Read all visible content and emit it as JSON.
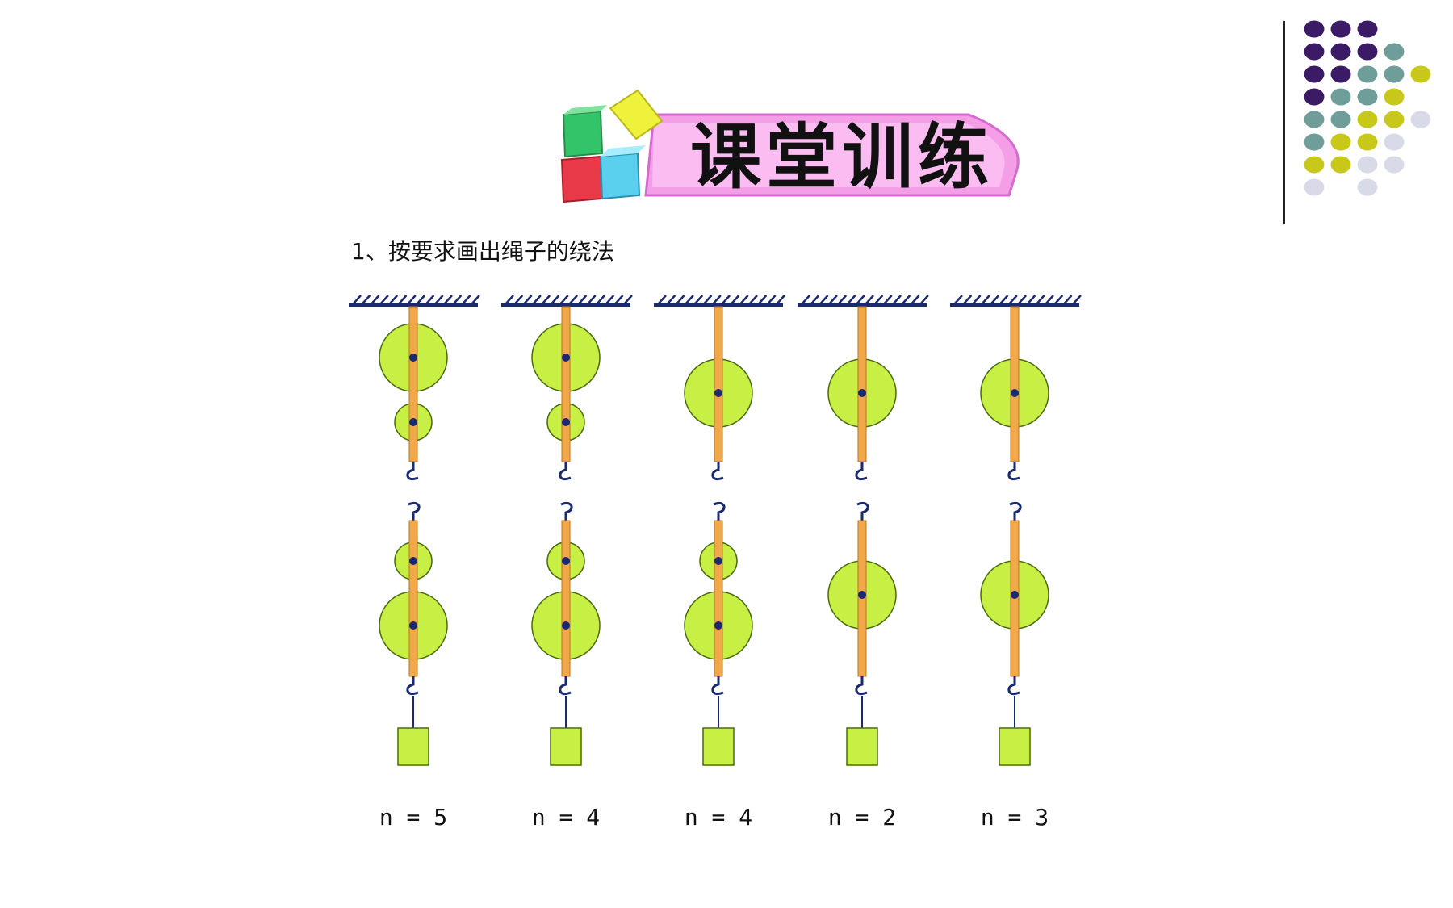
{
  "slide": {
    "title": "课堂训练",
    "question": "1、按要求画出绳子的绕法"
  },
  "colors": {
    "pulley_fill": "#c8ef43",
    "pulley_stroke": "#4a6b10",
    "frame": "#f0a848",
    "axle": "#1a2a6e",
    "ceiling": "#1a2a6e",
    "weight_fill": "#c8ef43",
    "dot_purple": "#3b1a66",
    "dot_teal": "#6f9e9a",
    "dot_yellow": "#c8c81a",
    "dot_lavender": "#d8dae8",
    "banner_pink": "#f59ee8"
  },
  "decor_dots": [
    [
      "purple",
      "purple",
      "purple"
    ],
    [
      "purple",
      "purple",
      "purple",
      "teal"
    ],
    [
      "purple",
      "purple",
      "teal",
      "teal",
      "yellow"
    ],
    [
      "purple",
      "teal",
      "teal",
      "yellow"
    ],
    [
      "teal",
      "teal",
      "yellow",
      "yellow",
      "lavender"
    ],
    [
      "teal",
      "yellow",
      "yellow",
      "lavender"
    ],
    [
      "yellow",
      "yellow",
      "lavender",
      "lavender"
    ],
    [
      "lavender",
      "",
      "lavender"
    ]
  ],
  "systems": [
    {
      "label": "n = 5",
      "fixed_pulleys": [
        "large",
        "small"
      ],
      "movable_pulleys": [
        "small",
        "large"
      ]
    },
    {
      "label": "n = 4",
      "fixed_pulleys": [
        "large",
        "small"
      ],
      "movable_pulleys": [
        "small",
        "large"
      ]
    },
    {
      "label": "n = 4",
      "fixed_pulleys": [
        "large"
      ],
      "movable_pulleys": [
        "small",
        "large"
      ]
    },
    {
      "label": "n = 2",
      "fixed_pulleys": [
        "large"
      ],
      "movable_pulleys": [
        "large"
      ]
    },
    {
      "label": "n = 3",
      "fixed_pulleys": [
        "large"
      ],
      "movable_pulleys": [
        "large"
      ]
    }
  ]
}
